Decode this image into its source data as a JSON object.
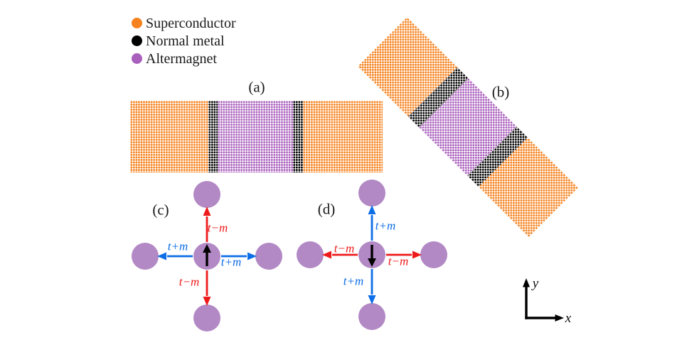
{
  "legend": {
    "items": [
      {
        "label": "Superconductor",
        "color": "#F5821E"
      },
      {
        "label": "Normal metal",
        "color": "#000000"
      },
      {
        "label": "Altermagnet",
        "color": "#A95FBC"
      }
    ]
  },
  "panels": {
    "a": {
      "label": "(a)",
      "orientation_deg": 0,
      "regions": [
        "Superconductor",
        "Normal metal",
        "Altermagnet",
        "Normal metal",
        "Superconductor"
      ]
    },
    "b": {
      "label": "(b)",
      "orientation_deg": 45,
      "regions": [
        "Superconductor",
        "Normal metal",
        "Altermagnet",
        "Normal metal",
        "Superconductor"
      ]
    },
    "c": {
      "label": "(c)",
      "spin": "up",
      "bonds": {
        "top": "t−m",
        "left": "t+m",
        "right": "t+m",
        "bottom": "t−m"
      }
    },
    "d": {
      "label": "(d)",
      "spin": "down",
      "bonds": {
        "top": "t+m",
        "left": "t−m",
        "right": "t−m",
        "bottom": "t+m"
      }
    }
  },
  "axes": {
    "x_label": "x",
    "y_label": "y"
  },
  "colors": {
    "superconductor": "#F5821E",
    "normal_metal": "#000000",
    "altermagnet": "#A95FBC",
    "altermagnet_site": "#B288C5",
    "bond_minus": "#EE1B1B",
    "bond_plus": "#0D6EE8"
  }
}
